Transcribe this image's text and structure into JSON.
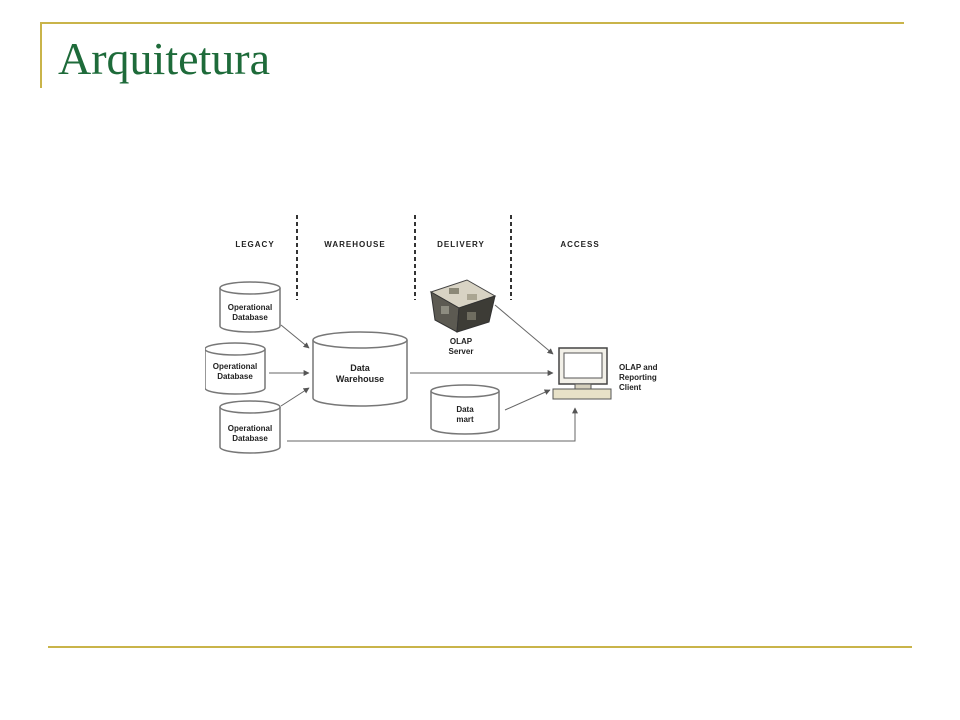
{
  "slide": {
    "title": "Arquitetura"
  },
  "colors": {
    "title": "#1e6b3a",
    "rule": "#c9b44a"
  },
  "diagram": {
    "columns": [
      "LEGACY",
      "WAREHOUSE",
      "DELIVERY",
      "ACCESS"
    ],
    "op_db_1": [
      "Operational",
      "Database"
    ],
    "op_db_2": [
      "Operational",
      "Database"
    ],
    "op_db_3": [
      "Operational",
      "Database"
    ],
    "warehouse": [
      "Data",
      "Warehouse"
    ],
    "olap_server": [
      "OLAP",
      "Server"
    ],
    "datamart": [
      "Data",
      "mart"
    ],
    "client": [
      "OLAP and",
      "Reporting",
      "Client"
    ]
  }
}
